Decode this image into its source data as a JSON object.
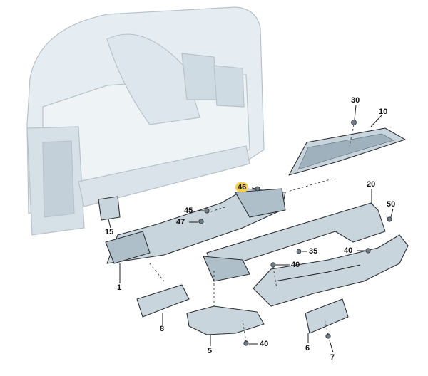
{
  "callouts": {
    "c1": "1",
    "c5": "5",
    "c6": "6",
    "c7": "7",
    "c8": "8",
    "c10": "10",
    "c15": "15",
    "c20": "20",
    "c30": "30",
    "c35": "35",
    "c40a": "40",
    "c40b": "40",
    "c40c": "40",
    "c45": "45",
    "c46": "46",
    "c47": "47",
    "c50": "50"
  },
  "colors": {
    "part_fill": "#c9d5dc",
    "part_shade": "#aebfc9",
    "truck_fill": "#e6edf2",
    "highlight": "#f3cf57"
  }
}
